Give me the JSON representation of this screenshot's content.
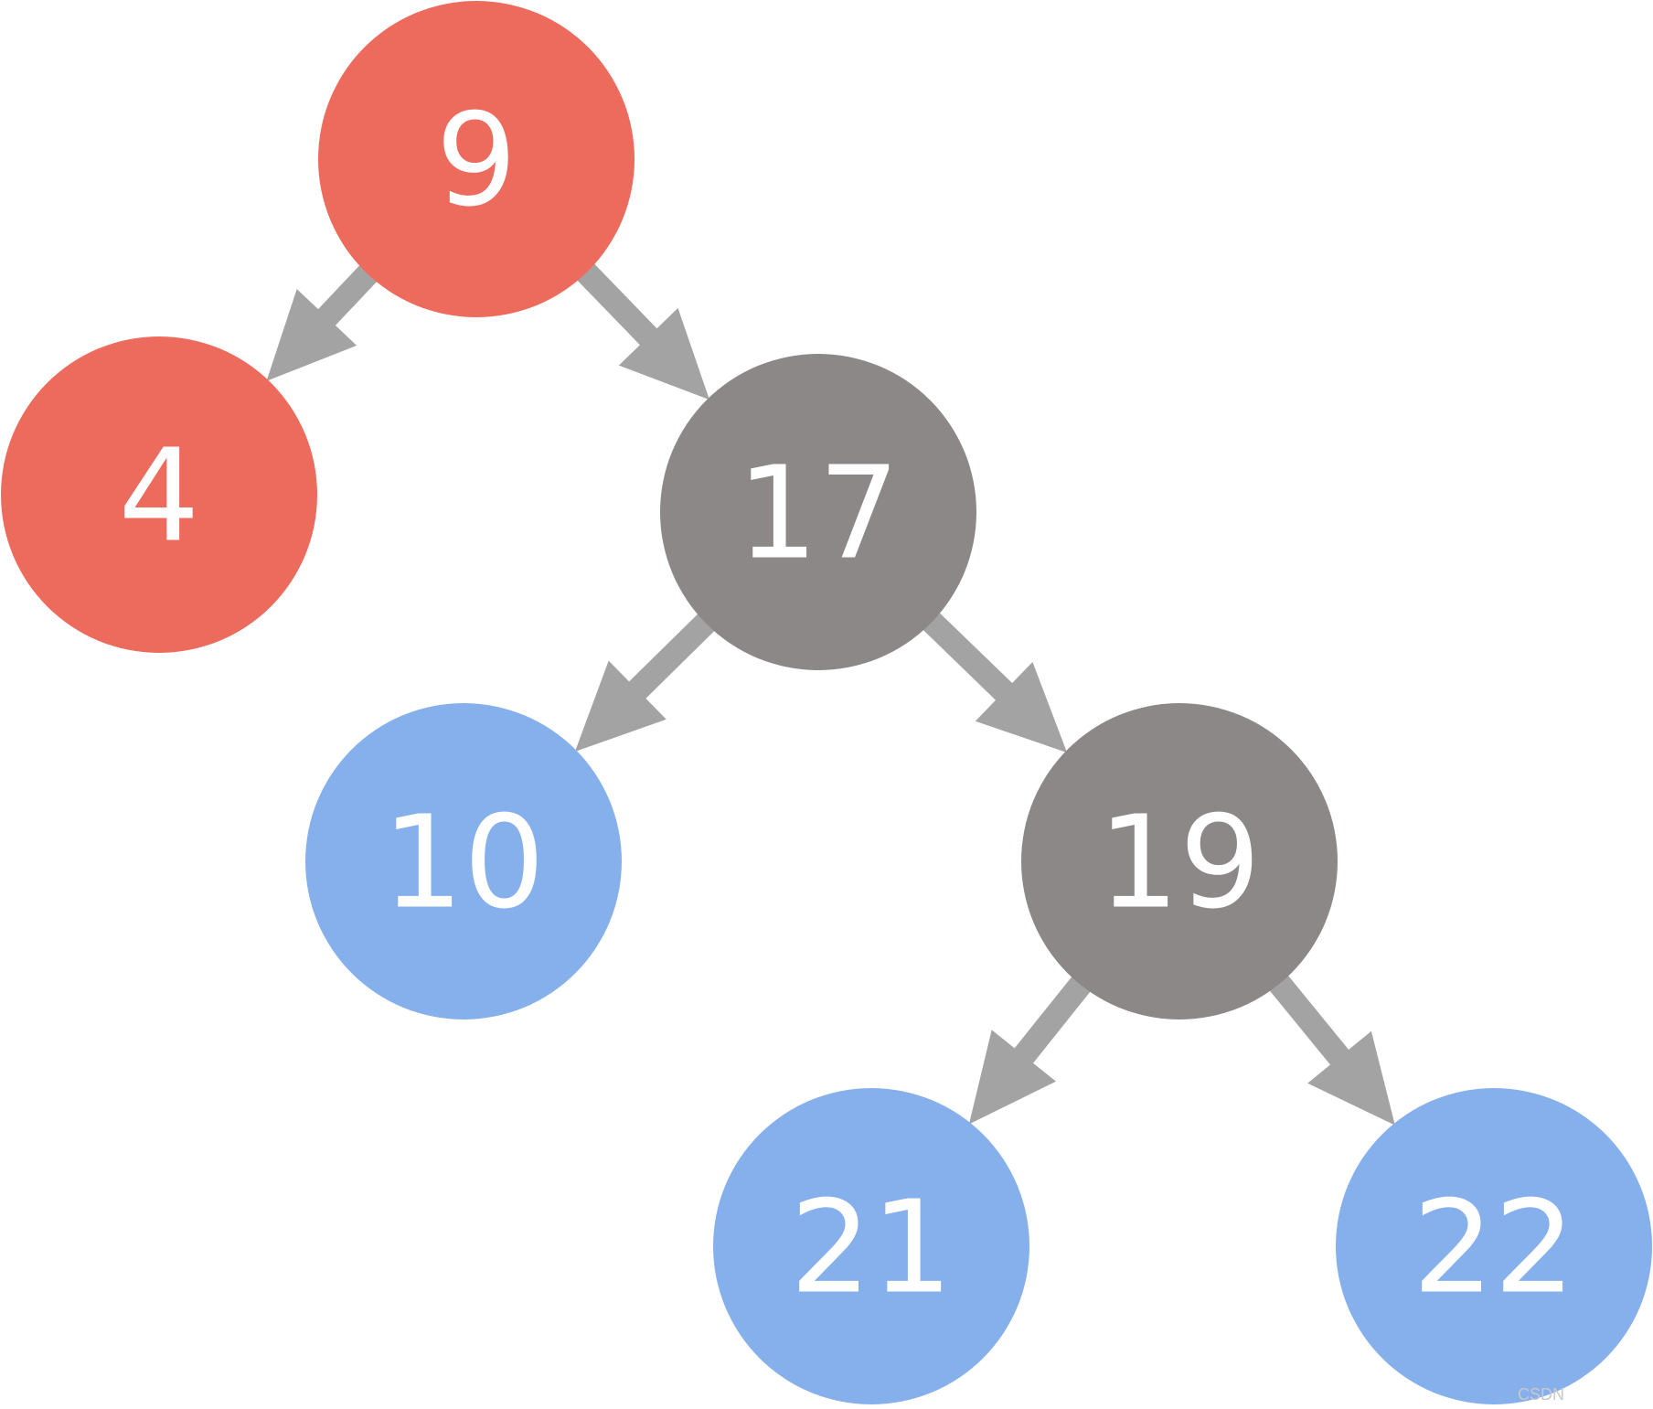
{
  "diagram": {
    "type": "binary-tree",
    "colors": {
      "red": "#ec6b5d",
      "gray": "#8c8888",
      "blue": "#86b0ec",
      "edge": "#a4a3a4",
      "label": "#ffffff"
    },
    "nodes": [
      {
        "id": "n9",
        "label": "9",
        "color": "red"
      },
      {
        "id": "n4",
        "label": "4",
        "color": "red"
      },
      {
        "id": "n17",
        "label": "17",
        "color": "gray"
      },
      {
        "id": "n10",
        "label": "10",
        "color": "blue"
      },
      {
        "id": "n19",
        "label": "19",
        "color": "gray"
      },
      {
        "id": "n21",
        "label": "21",
        "color": "blue"
      },
      {
        "id": "n22",
        "label": "22",
        "color": "blue"
      }
    ],
    "edges": [
      {
        "from": "n9",
        "to": "n4"
      },
      {
        "from": "n9",
        "to": "n17"
      },
      {
        "from": "n17",
        "to": "n10"
      },
      {
        "from": "n17",
        "to": "n19"
      },
      {
        "from": "n19",
        "to": "n21"
      },
      {
        "from": "n19",
        "to": "n22"
      }
    ]
  },
  "watermark": {
    "text": "CSDN"
  }
}
